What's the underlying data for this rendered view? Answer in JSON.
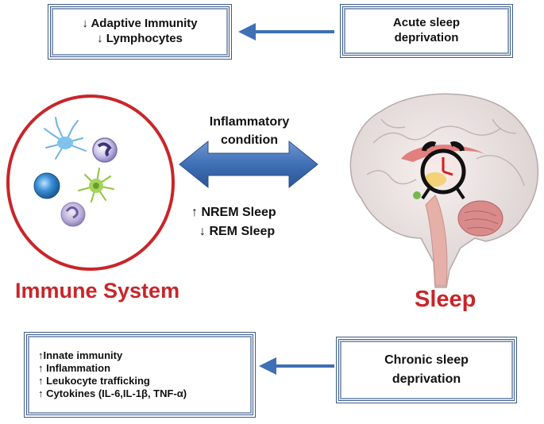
{
  "top_left_box": {
    "lines": [
      "↓ Adaptive Immunity",
      "↓ Lymphocytes"
    ]
  },
  "top_right_box": {
    "lines": [
      "Acute sleep",
      "deprivation"
    ]
  },
  "center": {
    "arrow_label": [
      "Inflammatory",
      "condition"
    ],
    "sleep_changes": [
      "↑ NREM Sleep",
      "↓ REM Sleep"
    ]
  },
  "immune_label": "Immune System",
  "sleep_label": "Sleep",
  "bottom_left_box": {
    "lines": [
      "↑Innate immunity",
      "↑ Inflammation",
      "↑ Leukocyte trafficking",
      "↑ Cytokines (IL-6,IL-1β, TNF-α)"
    ]
  },
  "bottom_right_box": {
    "lines": [
      "Chronic sleep",
      "deprivation"
    ]
  },
  "colors": {
    "red": "#c8262a",
    "arrow_blue": "#3f6fb5",
    "box_border": "#3b5a86"
  }
}
